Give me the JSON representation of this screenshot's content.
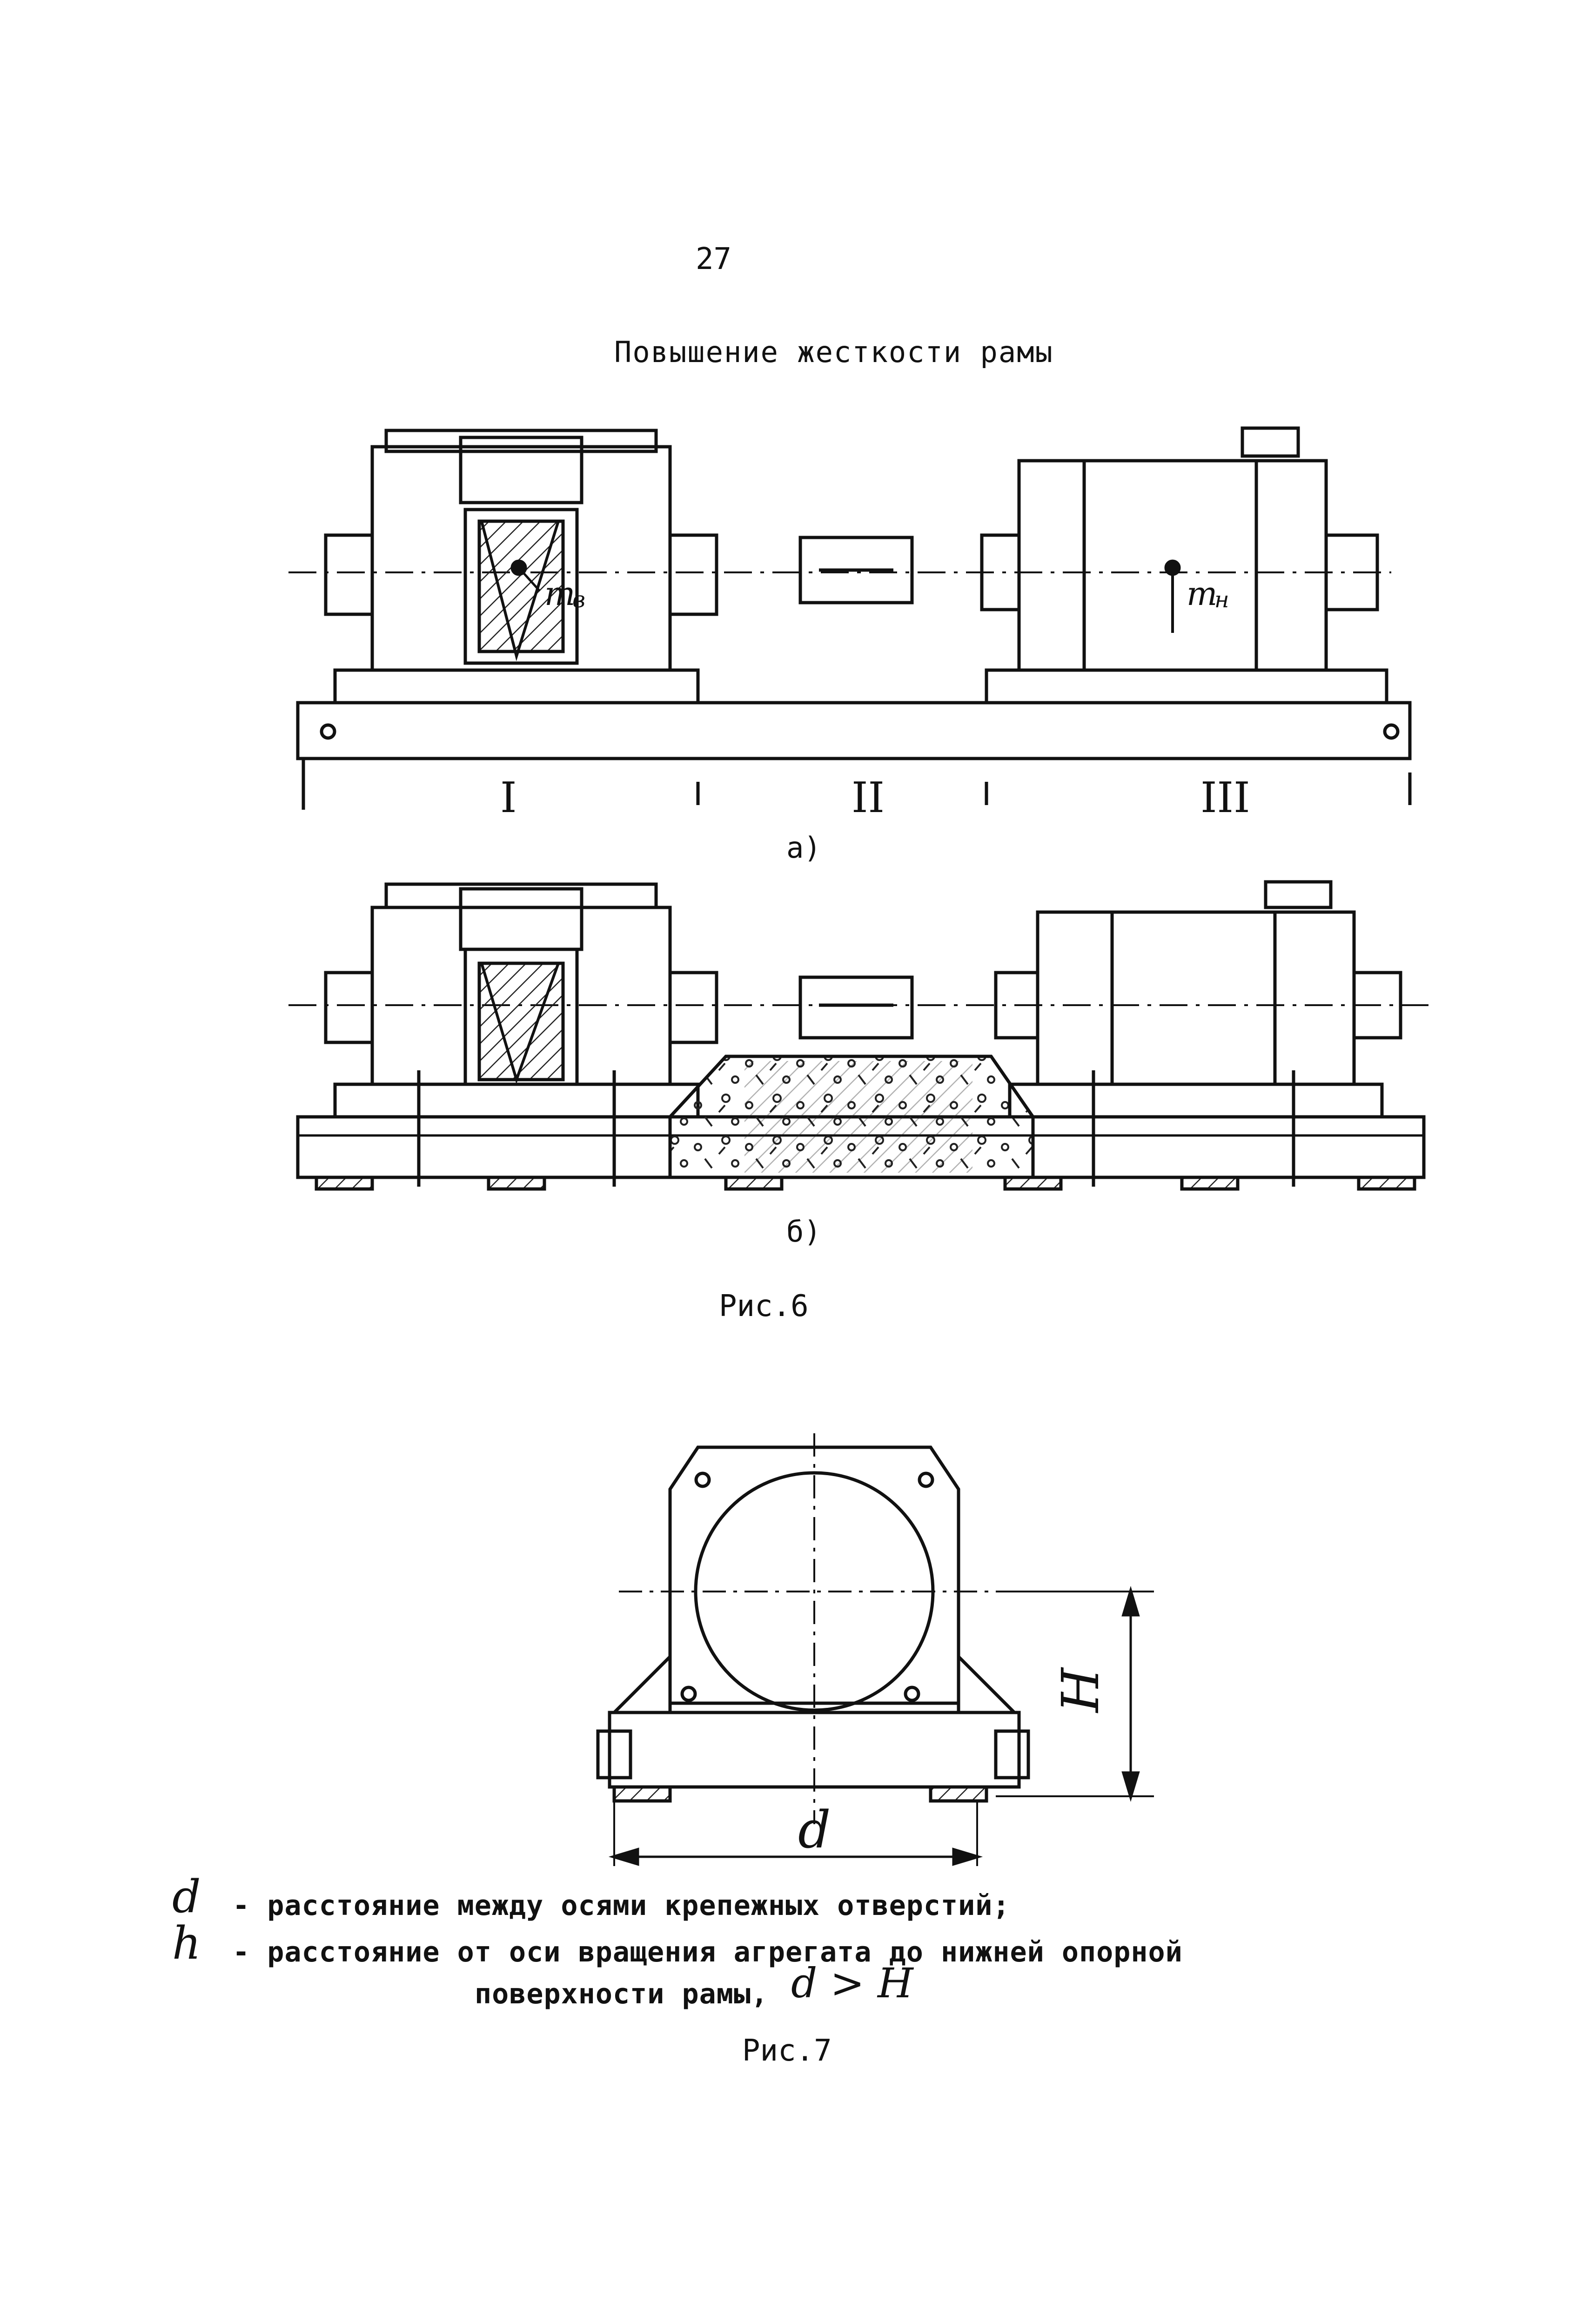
{
  "page": {
    "number": "27",
    "heading": "Повышение жесткости рамы"
  },
  "figure6": {
    "label_a": "а)",
    "label_b": "б)",
    "caption": "Рис.6",
    "annotations": {
      "m_left": "m",
      "m_left_sub": "в",
      "m_right": "m",
      "m_right_sub": "н"
    },
    "sections": [
      "I",
      "II",
      "III"
    ]
  },
  "figure7": {
    "dim_H": "H",
    "dim_d": "d",
    "caption": "Рис.7"
  },
  "legend": {
    "d_symbol": "d",
    "d_text": "- расстояние между осями крепежных отверстий;",
    "h_symbol": "h",
    "h_text_line1": "- расстояние от оси вращения агрегата до нижней опорной",
    "h_text_line2": "поверхности рамы,",
    "inequality": "d > H"
  }
}
